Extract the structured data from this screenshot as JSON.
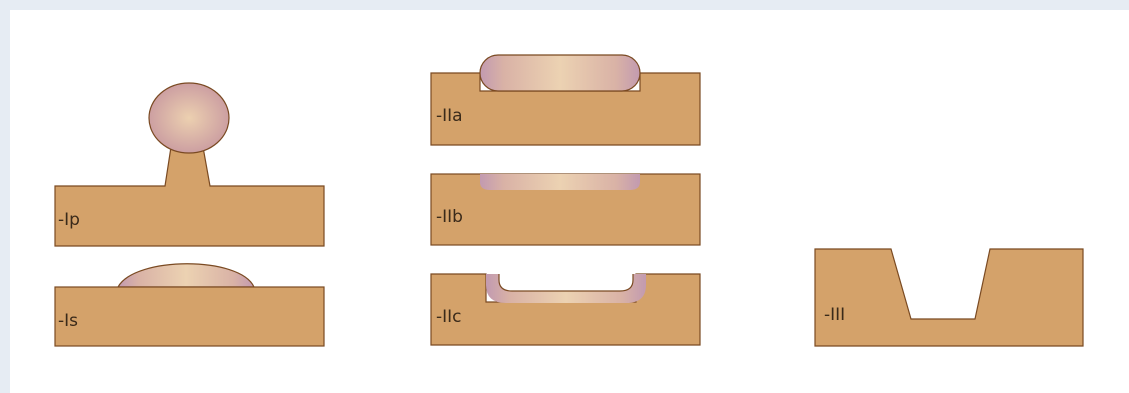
{
  "colors": {
    "background": "#e6ecf3",
    "panel": "#ffffff",
    "tissue_fill": "#d4a26a",
    "outline": "#7a4a22",
    "lesion_center": "#e9c8a8",
    "lesion_edge": "#c49aa4"
  },
  "figures": [
    {
      "id": "Ip",
      "label": "-Ip"
    },
    {
      "id": "Is",
      "label": "-Is"
    },
    {
      "id": "IIa",
      "label": "-IIa"
    },
    {
      "id": "IIb",
      "label": "-IIb"
    },
    {
      "id": "IIc",
      "label": "-IIc"
    },
    {
      "id": "III",
      "label": "-III"
    }
  ]
}
